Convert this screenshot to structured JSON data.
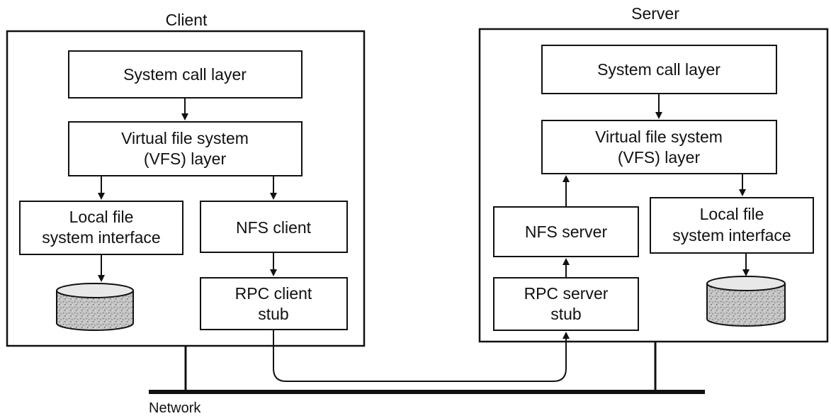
{
  "client": {
    "title": "Client",
    "system_call_layer": "System call layer",
    "vfs_layer": [
      "Virtual file system",
      "(VFS) layer"
    ],
    "local_fs_interface": [
      "Local file",
      "system interface"
    ],
    "nfs_client": "NFS client",
    "rpc_stub": [
      "RPC client",
      "stub"
    ]
  },
  "server": {
    "title": "Server",
    "system_call_layer": "System call layer",
    "vfs_layer": [
      "Virtual file system",
      "(VFS) layer"
    ],
    "nfs_server": "NFS server",
    "local_fs_interface": [
      "Local file",
      "system interface"
    ],
    "rpc_stub": [
      "RPC server",
      "stub"
    ]
  },
  "network": {
    "label": "Network"
  },
  "colors": {
    "ink": "#111111",
    "disk_fill": "#bdbdbd",
    "background": "#ffffff"
  }
}
